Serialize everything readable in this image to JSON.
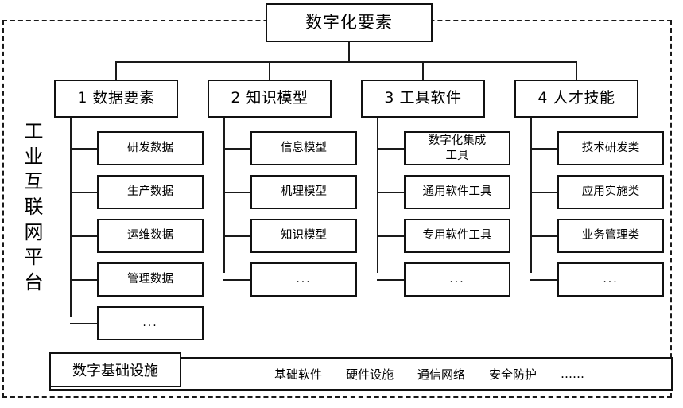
{
  "diagram": {
    "title": "数字化要素",
    "side_label": "工业互联网平台",
    "categories": [
      {
        "label": "1 数据要素",
        "items": [
          "研发数据",
          "生产数据",
          "运维数据",
          "管理数据",
          "..."
        ]
      },
      {
        "label": "2 知识模型",
        "items": [
          "信息模型",
          "机理模型",
          "知识模型",
          "..."
        ]
      },
      {
        "label": "3 工具软件",
        "items": [
          "数字化集成\n工具",
          "通用软件工具",
          "专用软件工具",
          "..."
        ]
      },
      {
        "label": "4 人才技能",
        "items": [
          "技术研发类",
          "应用实施类",
          "业务管理类",
          "..."
        ]
      }
    ],
    "infrastructure": {
      "label": "数字基础设施",
      "items": [
        "基础软件",
        "硬件设施",
        "通信网络",
        "安全防护",
        "……"
      ]
    },
    "colors": {
      "line": "#1a1a1a",
      "box_border": "#111111",
      "background": "#ffffff"
    }
  }
}
